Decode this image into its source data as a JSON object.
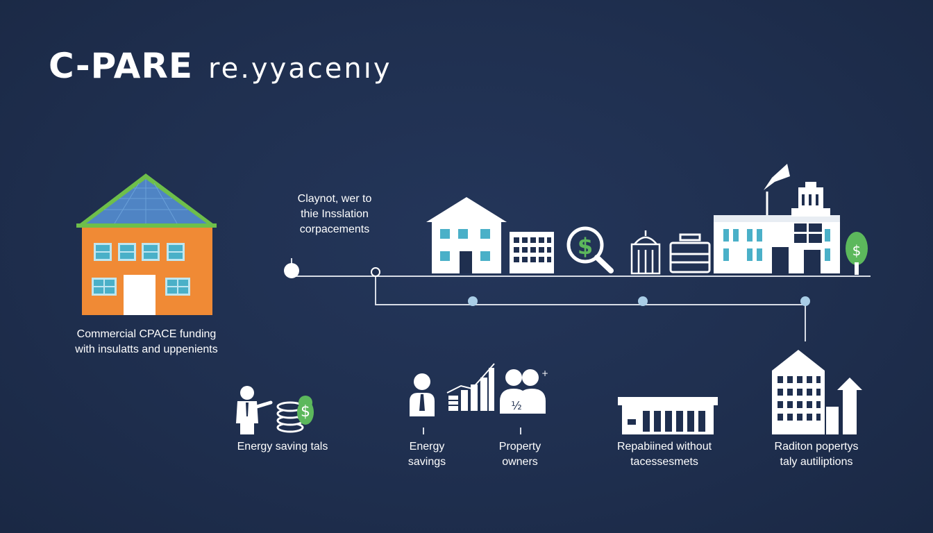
{
  "title": {
    "main": "C-PARE",
    "sub": "re.yyacenıy"
  },
  "colors": {
    "background": "#1f2f4f",
    "house_wall": "#f08a35",
    "roof": "#6ebf4a",
    "solar": "#4f84c4",
    "window": "#4ab0c8",
    "line": "#d8dde6",
    "node": "#a9cde6",
    "money": "#5cb85c"
  },
  "labels": {
    "top_note": [
      "Claynot, wer to",
      "thie Insslation",
      "corpacements"
    ],
    "house_caption": [
      "Commercial CPACE funding",
      "with insulatts and uppenients"
    ],
    "item1": [
      "Energy saving tals"
    ],
    "item2": [
      "Energy",
      "savings"
    ],
    "item3": [
      "Property",
      "owners"
    ],
    "item4": [
      "Repabiined without",
      "tacessesmets"
    ],
    "item5": [
      "Raditon popertys",
      "taly autiliptions"
    ]
  },
  "icons": [
    "solar-roof-house-icon",
    "house-icon",
    "office-building-icon",
    "dollar-magnifier-icon",
    "civic-building-icon",
    "bus-icon",
    "factory-icon",
    "money-tree-icon",
    "presenter-icon",
    "coin-stack-icon",
    "money-bag-icon",
    "person-icon",
    "growth-chart-icon",
    "people-group-icon",
    "warehouse-icon",
    "skyscraper-icon",
    "up-arrow-icon"
  ]
}
